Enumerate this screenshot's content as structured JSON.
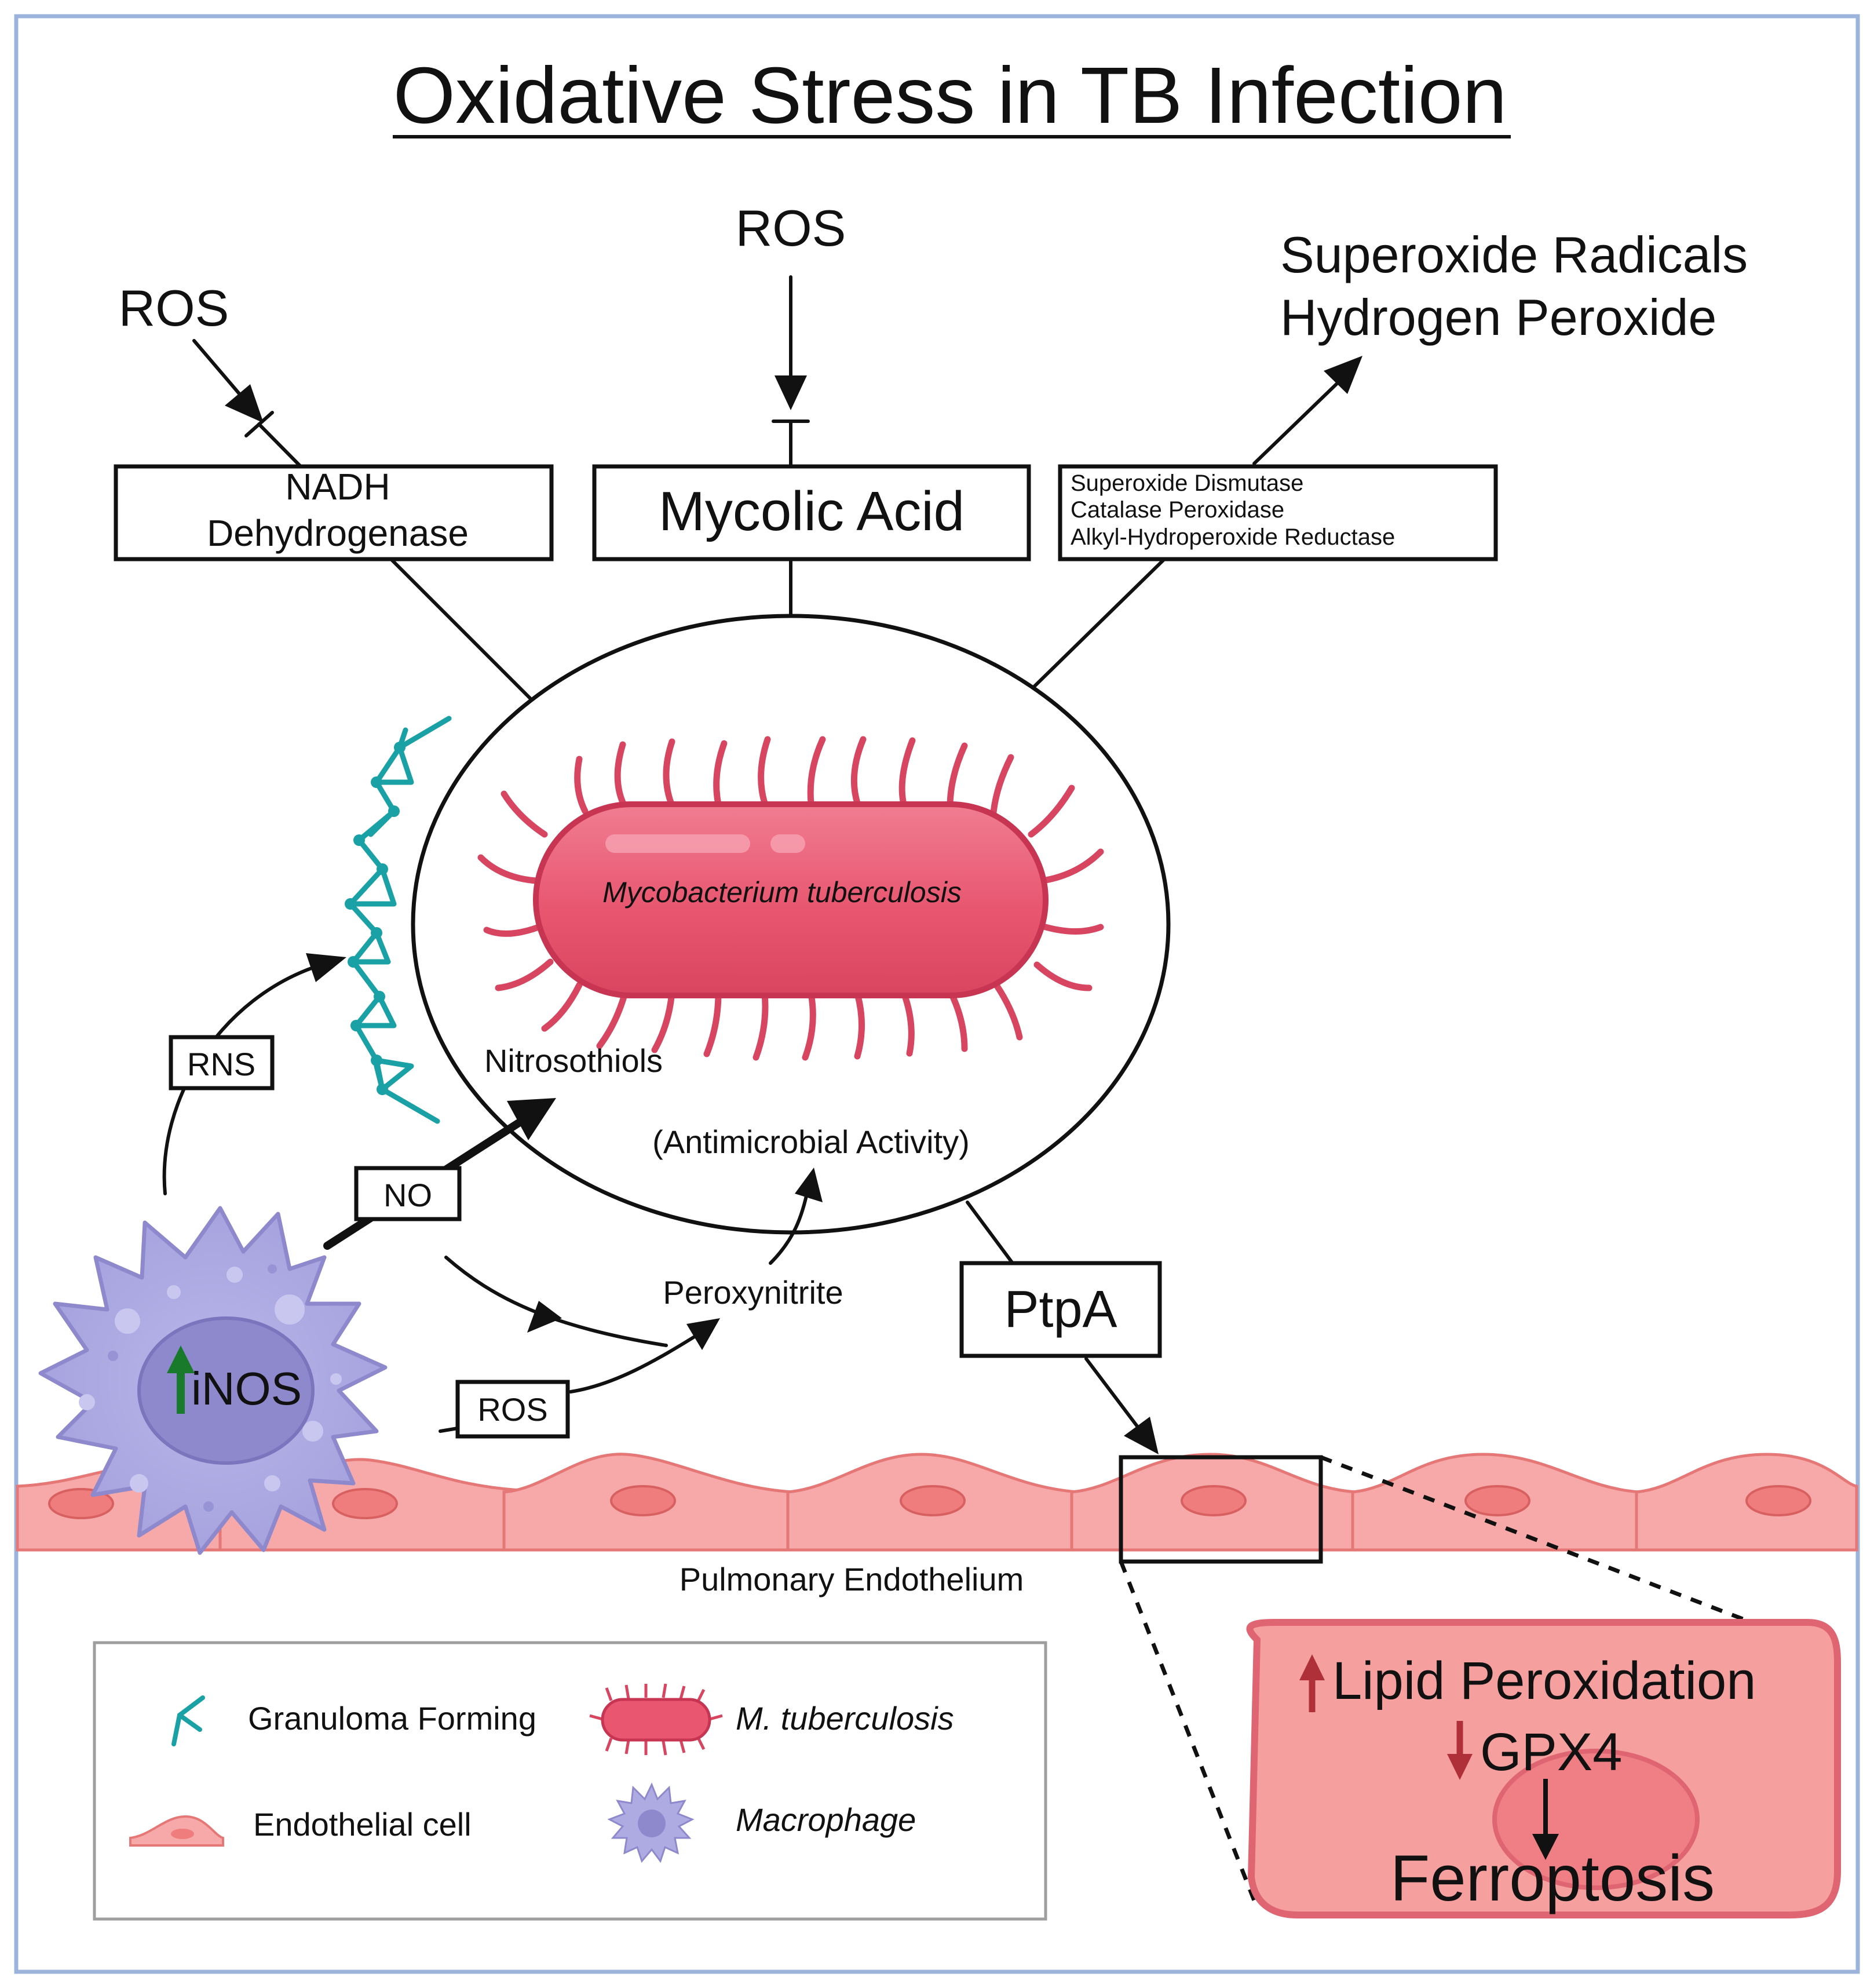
{
  "title": "Oxidative Stress in TB Infection",
  "colors": {
    "frame": "#9cb4dc",
    "ink": "#111111",
    "bacterium": "#e8566f",
    "bacterium_dark": "#c73552",
    "endothelium": "#f7a9a9",
    "endothelium_nucleus": "#ef7d7d",
    "macrophage": "#aeabe3",
    "macrophage_nucleus": "#8e89cd",
    "granuloma": "#1aa1a6",
    "up_arrow_green": "#1a7a2c",
    "red_arrow": "#b0303a",
    "inset_fill": "#f59f9f",
    "inset_border": "#e06573"
  },
  "labels": {
    "ros_left": "ROS",
    "ros_top": "ROS",
    "superoxide_radicals": "Superoxide Radicals",
    "hydrogen_peroxide": "Hydrogen Peroxide",
    "nadh_line1": "NADH",
    "nadh_line2": "Dehydrogenase",
    "mycolic_acid": "Mycolic Acid",
    "enzyme_1": "Superoxide Dismutase",
    "enzyme_2": "Catalase Peroxidase",
    "enzyme_3": "Alkyl-Hydroperoxide Reductase",
    "bacterium_name": "Mycobacterium tuberculosis",
    "nitrosothiols": "Nitrosothiols",
    "antimicrobial": "(Antimicrobial Activity)",
    "rns": "RNS",
    "no": "NO",
    "peroxynitrite": "Peroxynitrite",
    "ros_bottom": "ROS",
    "ptpa": "PtpA",
    "inos": "iNOS",
    "pulmonary_endothelium": "Pulmonary Endothelium"
  },
  "inset": {
    "lipid_peroxidation": "Lipid Peroxidation",
    "gpx4": "GPX4",
    "ferroptosis": "Ferroptosis"
  },
  "legend": {
    "granuloma": "Granuloma Forming",
    "tuberculosis": "M. tuberculosis",
    "endothelial": "Endothelial cell",
    "macrophage": "Macrophage"
  }
}
